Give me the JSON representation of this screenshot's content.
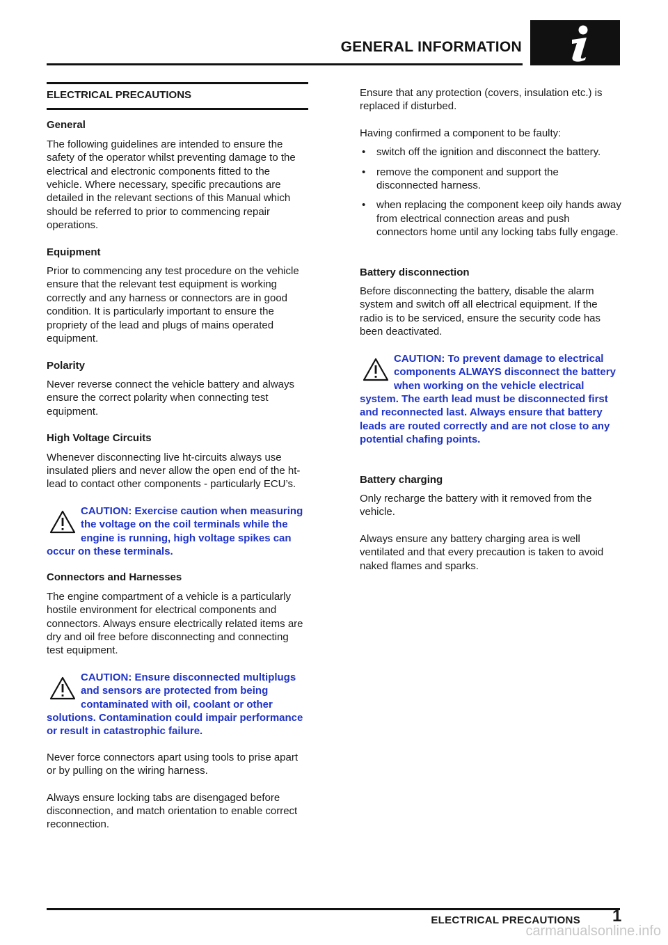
{
  "header": {
    "title": "GENERAL INFORMATION",
    "badge_icon": "info-icon"
  },
  "left": {
    "section_title": "ELECTRICAL PRECAUTIONS",
    "general_heading": "General",
    "general_text": "The following guidelines are intended to ensure the safety of the operator whilst preventing damage to the electrical and electronic components fitted to the vehicle. Where necessary, specific precautions are detailed in the relevant sections of this Manual which should be referred to prior to commencing repair operations.",
    "equipment_heading": "Equipment",
    "equipment_text": "Prior to commencing any test procedure on the vehicle ensure that the relevant test equipment is working correctly and any harness or connectors are in good condition. It is particularly important to ensure the propriety of the lead and plugs of mains operated equipment.",
    "polarity_heading": "Polarity",
    "polarity_text": "Never reverse connect the vehicle battery and always ensure the correct polarity when connecting test equipment.",
    "hv_heading": "High Voltage Circuits",
    "hv_text": "Whenever disconnecting live ht-circuits always use insulated pliers and never allow the open end of the ht-lead to contact other components - particularly ECU’s.",
    "caution_1": "CAUTION: Exercise caution when measuring the voltage on the coil terminals while the engine is running, high voltage spikes can occur on these terminals.",
    "connectors_heading": "Connectors and Harnesses",
    "connectors_text": "The engine compartment of a vehicle is a particularly hostile environment for electrical components and connectors. Always ensure electrically related items are dry and oil free before disconnecting and connecting test equipment.",
    "caution_2": "CAUTION: Ensure disconnected multiplugs and sensors are protected from being contaminated with oil, coolant or other solutions. Contamination could impair performance or result in catastrophic failure.",
    "force_text": "Never force connectors apart using tools to prise apart or by pulling on the wiring harness.",
    "locking_text": "Always ensure locking tabs are disengaged before disconnection, and match orientation to enable correct reconnection."
  },
  "right": {
    "protection_text": "Ensure that any protection (covers, insulation etc.) is replaced if disturbed.",
    "faulty_text": "Having confirmed a component to be faulty:",
    "bullets": [
      "switch off the ignition and disconnect the battery.",
      "remove the component and support the disconnected harness.",
      "when replacing the component keep oily hands away from electrical connection areas and push connectors home until any locking tabs fully engage."
    ],
    "bullet_symbol": "•",
    "battery_disc_heading": "Battery disconnection",
    "battery_disc_text": "Before disconnecting the battery, disable the alarm system and switch off all electrical equipment. If the radio is to be serviced, ensure the security code has been deactivated.",
    "caution_3": "CAUTION: To prevent damage to electrical components ALWAYS disconnect the battery when working on the vehicle electrical system. The earth lead must be disconnected first and reconnected last. Always ensure that battery leads are routed correctly and are not close to any potential chafing points.",
    "battery_charge_heading": "Battery charging",
    "battery_charge_text": "Only recharge the battery with it removed from the vehicle.",
    "ventilation_text": "Always ensure any battery charging area is well ventilated and that every precaution is taken to avoid naked flames and sparks."
  },
  "footer": {
    "section": "ELECTRICAL PRECAUTIONS",
    "page_number": "1",
    "watermark": "carmanualsonline.info"
  },
  "colors": {
    "caution_text": "#1f33c7",
    "rules": "#111111"
  }
}
